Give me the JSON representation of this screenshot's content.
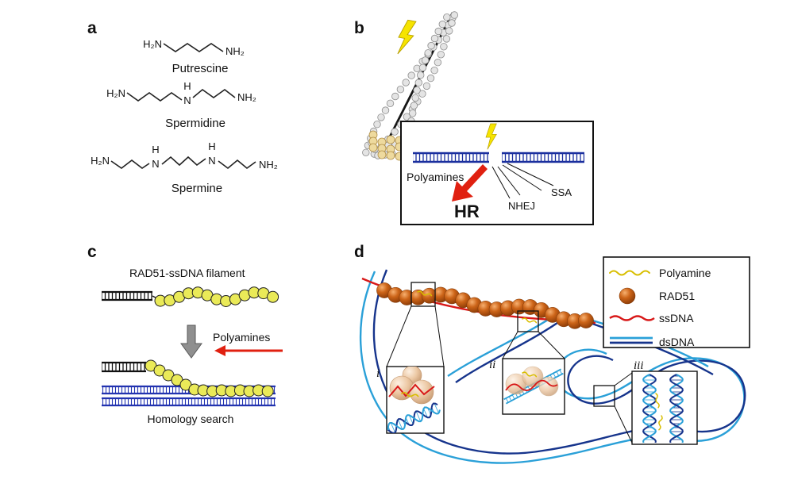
{
  "panels": {
    "a": {
      "label": "a",
      "molecules": [
        {
          "name": "Putrescine",
          "left_group": "H₂N",
          "right_group": "NH₂"
        },
        {
          "name": "Spermidine",
          "left_group": "H₂N",
          "right_group": "NH₂",
          "mid_n": "N",
          "mid_h": "H"
        },
        {
          "name": "Spermine",
          "left_group": "H₂N",
          "right_group": "NH₂",
          "mid_n": "N",
          "mid_h": "H"
        }
      ]
    },
    "b": {
      "label": "b",
      "inset": {
        "polyamines_label": "Polyamines",
        "hr_label": "HR",
        "nhej_label": "NHEJ",
        "ssa_label": "SSA"
      }
    },
    "c": {
      "label": "c",
      "filament_label": "RAD51-ssDNA filament",
      "polyamines_label": "Polyamines",
      "homology_label": "Homology search"
    },
    "d": {
      "label": "d",
      "legend": {
        "polyamine": "Polyamine",
        "rad51": "RAD51",
        "ssdna": "ssDNA",
        "dsdna": "dsDNA"
      },
      "insets": {
        "i": "i",
        "ii": "ii",
        "iii": "iii"
      }
    }
  },
  "colors": {
    "bead_yellow": "#eaea58",
    "rad51_orange": "#c8641e",
    "ssdna_red": "#d81818",
    "dsdna_light": "#2aa0d8",
    "dsdna_dark": "#16348c",
    "lightning_yellow": "#f6e400",
    "hr_arrow_red": "#e02010",
    "inset_dna_blue": "#1a2f9e"
  }
}
